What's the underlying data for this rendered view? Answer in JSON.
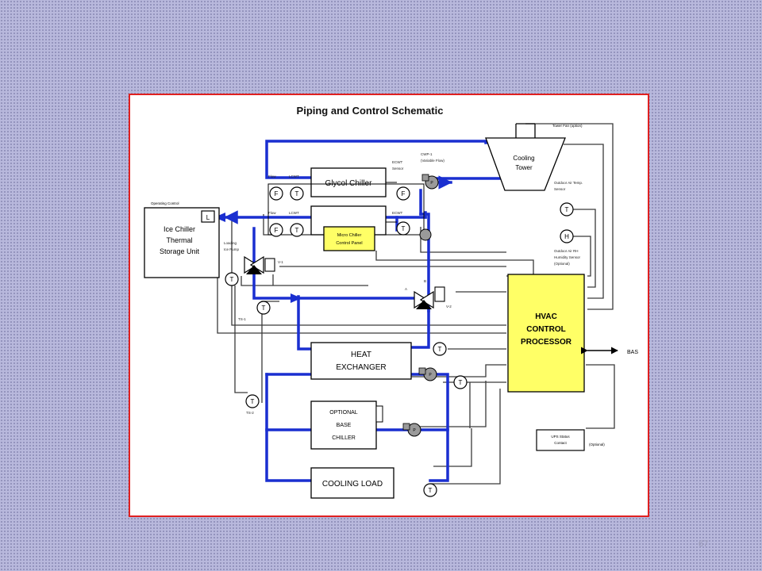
{
  "title": "Piping and Control Schematic",
  "components": {
    "glycol_chiller": "Glycol Chiller",
    "ice_storage": [
      "Ice Chiller",
      "Thermal",
      "Storage Unit"
    ],
    "cooling_tower": [
      "Cooling",
      "Tower"
    ],
    "micro_chiller_panel": [
      "Micro Chiller",
      "Control Panel"
    ],
    "hvac_processor": [
      "HVAC",
      "CONTROL",
      "PROCESSOR"
    ],
    "heat_exchanger": [
      "HEAT",
      "EXCHANGER"
    ],
    "optional_base_chiller": [
      "OPTIONAL",
      "BASE",
      "CHILLER"
    ],
    "cooling_load": "COOLING LOAD",
    "bas": "BAS"
  },
  "instruments": {
    "flow_letter": "F",
    "temp_letter": "T",
    "humidity_letter": "H",
    "level_letter": "L",
    "pump_letter": "P"
  },
  "small_labels": {
    "tower_fan": "Tower Fan (option)",
    "cwp": "CWP-1",
    "cwp2": "(Variable Flow)",
    "oa_temp": [
      "Outdoor Air Temp.",
      "Sensor"
    ],
    "oa_rh": [
      "Outdoor Air RH",
      "Humidity Sensor",
      "(Optional)"
    ],
    "operating_control": "Operating Control",
    "flow1": "Flow",
    "flow2": "Flow",
    "lcwt1": "LCWT",
    "lcwt2": "LCWT",
    "ecwt": "ECWT",
    "cond_sensor": [
      "ECWT",
      "Sensor"
    ],
    "loading_pump": [
      "Loading",
      "Ice Pump"
    ],
    "v1": "V-1",
    "v2": "V-2",
    "ts1": "TS-1",
    "ts2": "TS-2",
    "port_a": "A",
    "port_b": "B",
    "remote": [
      "UPS Status",
      "Contact"
    ],
    "remote_opt": "(Optional)"
  },
  "page_number": "67",
  "colors": {
    "pipe_blue": "#1a2fd0",
    "wire_gray": "#404040",
    "processor_yellow": "#ffff66",
    "frame_red": "#e02020"
  }
}
